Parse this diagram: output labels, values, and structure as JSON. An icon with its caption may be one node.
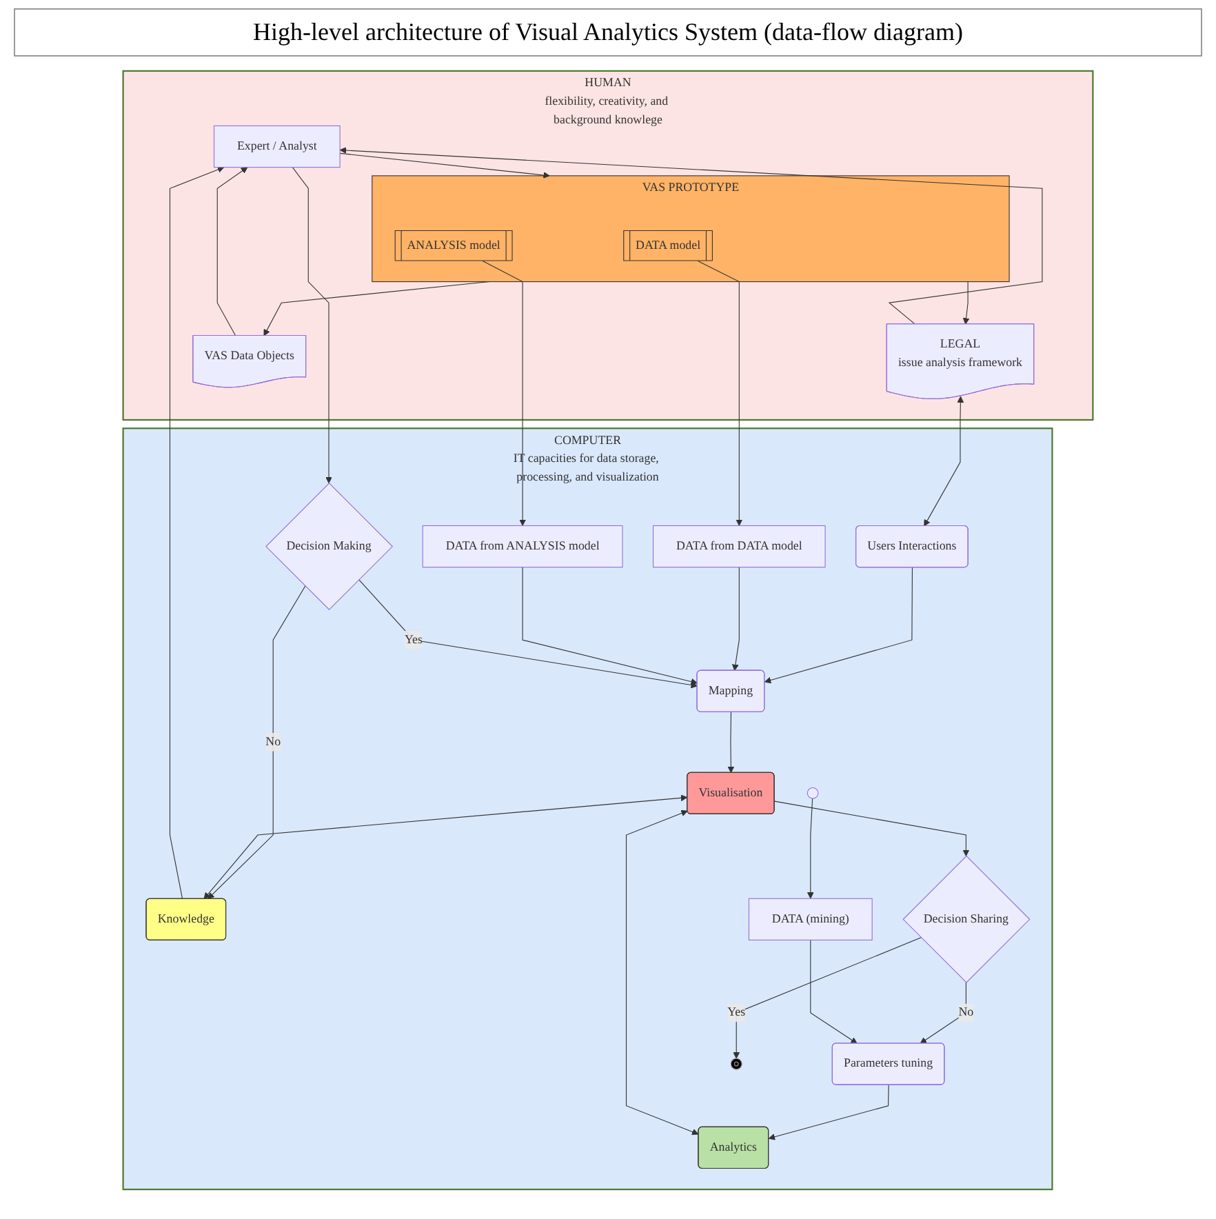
{
  "diagram": {
    "title": "High-level architecture of Visual Analytics System (data-flow diagram)",
    "nodes": [
      {
        "text": [
          "HUMAN",
          "flexibility, creativity, and background knowlege"
        ]
      },
      {
        "text": [
          "LEGAL",
          "issue analysis framework"
        ],
        "in": 0
      },
      {
        "text": [
          "VAS Data Objects"
        ],
        "in": 0
      },
      {
        "text": [
          "VAS PROTOTYPE"
        ],
        "in": 0
      },
      {
        "text": [
          "DATA model"
        ],
        "in": 3
      },
      {
        "text": [
          "ANALYSIS model"
        ],
        "in": 3
      },
      {
        "text": [
          "Expert / Analyst"
        ],
        "in": 0
      },
      {
        "text": [
          "COMPUTER",
          "IT capacities for data storage, processing, and visualization"
        ]
      },
      {
        "text": [
          "DATA from DATA model"
        ],
        "in": 7
      },
      {
        "text": [
          "DATA from ANALYSIS model"
        ],
        "in": 7
      },
      {
        "text": [
          "Users Interactions"
        ],
        "in": 7
      },
      {
        "text": [
          "Mapping"
        ],
        "in": 7
      },
      {
        "text": [
          "Decision Making"
        ],
        "in": 7
      },
      {
        "text": [
          "Analytics"
        ],
        "in": 7
      },
      {
        "text": [
          "Visualisation"
        ],
        "in": 7
      },
      {
        "text": [
          "Knowledge"
        ],
        "in": 7
      },
      {
        "text": [
          "Parameters tuning"
        ],
        "in": 7
      },
      {
        "text": [
          "Decision Sharing"
        ],
        "in": 7
      },
      {
        "text": [],
        "shape": "circle",
        "in": 7
      },
      {
        "text": [
          "DATA (mining)"
        ],
        "in": 7
      },
      {
        "text": [],
        "shape": "circle",
        "in": 7
      }
    ],
    "edges": [
      {
        "from": 6,
        "to": 3,
        "arrow": "to"
      },
      {
        "from": 3,
        "to": 1,
        "arrow": "to"
      },
      {
        "from": 3,
        "to": 2,
        "arrow": "to"
      },
      {
        "from": 1,
        "to": 6,
        "arrow": "to"
      },
      {
        "from": 2,
        "to": 6,
        "arrow": "to"
      },
      {
        "from": 4,
        "to": 8,
        "arrow": "to"
      },
      {
        "from": 5,
        "to": 9,
        "arrow": "to"
      },
      {
        "from": 6,
        "to": 12,
        "arrow": "to"
      },
      {
        "from": 1,
        "to": 10,
        "arrow": "both"
      },
      {
        "from": 10,
        "to": 11,
        "arrow": "to"
      },
      {
        "from": 8,
        "to": 11,
        "arrow": "to"
      },
      {
        "from": 9,
        "to": 11,
        "arrow": "to"
      },
      {
        "from": 12,
        "to": 11,
        "arrow": "to",
        "label": "Yes"
      },
      {
        "from": 12,
        "to": 15,
        "arrow": "to",
        "label": "No"
      },
      {
        "from": 11,
        "to": 14,
        "arrow": "to"
      },
      {
        "from": 13,
        "to": 14,
        "arrow": "both"
      },
      {
        "from": 14,
        "to": 15,
        "arrow": "both"
      },
      {
        "from": 15,
        "to": 6,
        "arrow": "to"
      },
      {
        "from": 14,
        "to": 17,
        "arrow": "to"
      },
      {
        "from": 17,
        "to": 16,
        "arrow": "to",
        "label": "No"
      },
      {
        "from": 17,
        "to": 20,
        "arrow": "to",
        "label": "Yes"
      },
      {
        "from": 16,
        "to": 13,
        "arrow": "to"
      },
      {
        "from": 19,
        "to": 16,
        "arrow": "to"
      },
      {
        "from": 18,
        "to": 19,
        "arrow": "to"
      }
    ]
  }
}
